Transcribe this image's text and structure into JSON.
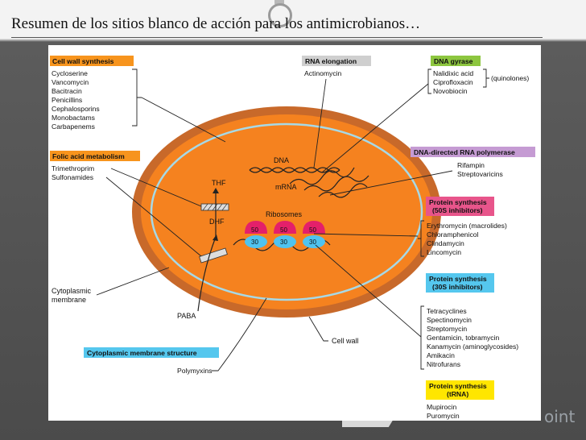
{
  "slide": {
    "title": "Resumen de los sitios blanco de acción para los antimicrobianos…",
    "watermark": "oint"
  },
  "colors": {
    "orange_box": "#f7941d",
    "gray_box": "#cfcfcf",
    "green_box": "#8dc63f",
    "purple_box": "#c59bd3",
    "pink_box": "#e8558b",
    "cyan_box": "#55c7ee",
    "yellow_box": "#ffe600",
    "cell_wall": "#c8692a",
    "cytoplasm": "#f5821f",
    "membrane": "#a7d9e6",
    "ribosome_50": "#e4206a",
    "ribosome_30": "#4fc3ef"
  },
  "diagram": {
    "cell_wall_synthesis": {
      "header": "Cell wall synthesis",
      "items": [
        "Cycloserine",
        "Vancomycin",
        "Bacitracin",
        "Penicillins",
        "Cephalosporins",
        "Monobactams",
        "Carbapenems"
      ]
    },
    "rna_elongation": {
      "header": "RNA elongation",
      "items": [
        "Actinomycin"
      ]
    },
    "dna_gyrase": {
      "header": "DNA gyrase",
      "items": [
        "Nalidixic acid",
        "Ciprofloxacin",
        "Novobiocin"
      ],
      "bracket_note": "(quinolones)"
    },
    "folic_acid_metabolism": {
      "header": "Folic acid metabolism",
      "items": [
        "Trimethroprim",
        "Sulfonamides"
      ]
    },
    "dna_directed_rna_polymerase": {
      "header": "DNA-directed RNA polymerase",
      "items": [
        "Rifampin",
        "Streptovaricins"
      ]
    },
    "protein_synthesis_50s": {
      "header_line1": "Protein synthesis",
      "header_line2": "(50S inhibitors)",
      "items": [
        "Erythromycin (macrolides)",
        "Chloramphenicol",
        "Clindamycin",
        "Lincomycin"
      ]
    },
    "protein_synthesis_30s": {
      "header_line1": "Protein synthesis",
      "header_line2": "(30S inhibitors)",
      "items": [
        "Tetracyclines",
        "Spectinomycin",
        "Streptomycin",
        "Gentamicin, tobramycin",
        "Kanamycin (aminoglycosides)",
        "Amikacin",
        "Nitrofurans"
      ]
    },
    "protein_synthesis_trna": {
      "header_line1": "Protein synthesis",
      "header_line2": "(tRNA)",
      "items": [
        "Mupirocin",
        "Puromycin"
      ]
    },
    "cytoplasmic_membrane_structure": {
      "header": "Cytoplasmic membrane structure",
      "items": [
        "Polymyxins"
      ]
    },
    "cell_labels": {
      "dna": "DNA",
      "mrna": "mRNA",
      "ribosomes": "Ribosomes",
      "thf": "THF",
      "dhf": "DHF",
      "paba": "PABA",
      "cytoplasmic_membrane_1": "Cytoplasmic",
      "cytoplasmic_membrane_2": "membrane",
      "cell_wall": "Cell wall",
      "r50": "50",
      "r30": "30"
    }
  }
}
